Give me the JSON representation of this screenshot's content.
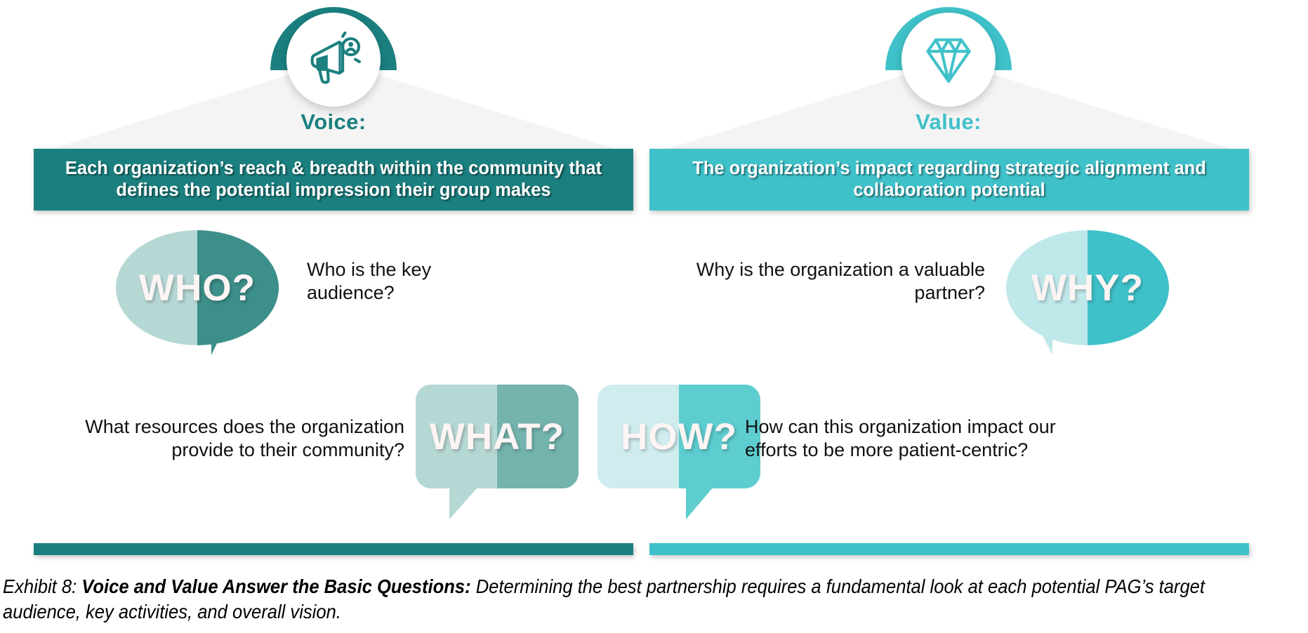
{
  "colors": {
    "teal_dark": "#1b7f7f",
    "cyan": "#3fc1c9",
    "teal_light": "#b6d8d4",
    "teal_mid": "#74b3ae",
    "cyan_light": "#bfe8ea",
    "panel_gray": "#f4f4f4",
    "word_text": "#fdf4f4"
  },
  "left_panel": {
    "icon_name": "megaphone-icon",
    "kicker": "Voice:",
    "banner": "Each organization’s reach & breadth within the community that defines the potential impression their group makes",
    "bubbles": [
      {
        "word": "WHO?",
        "shape": "oval",
        "text": "Who is the key audience?",
        "text_align": "left",
        "fill_light": "#b6d8d4",
        "fill_dark": "#3d8f8a"
      },
      {
        "word": "WHAT?",
        "shape": "rect",
        "text": "What resources does the organization provide to their community?",
        "text_align": "right",
        "fill_light": "#b6d8d4",
        "fill_dark": "#74b3ae"
      }
    ]
  },
  "right_panel": {
    "icon_name": "diamond-icon",
    "kicker": "Value:",
    "banner": "The organization’s impact regarding strategic alignment and collaboration potential",
    "bubbles": [
      {
        "word": "WHY?",
        "shape": "oval",
        "text": "Why is the organization a valuable partner?",
        "text_align": "right",
        "fill_light": "#bfe8ea",
        "fill_dark": "#3fc1c9"
      },
      {
        "word": "HOW?",
        "shape": "rect",
        "text": "How can this organization impact our efforts to be more patient-centric?",
        "text_align": "left",
        "fill_light": "#cfecee",
        "fill_dark": "#5ecdd0"
      }
    ]
  },
  "caption": {
    "prefix": "Exhibit 8: ",
    "bold": "Voice and Value Answer the Basic Questions:",
    "rest": " Determining the best partnership requires a fundamental look at each potential PAG’s target audience, key activities, and overall vision."
  }
}
